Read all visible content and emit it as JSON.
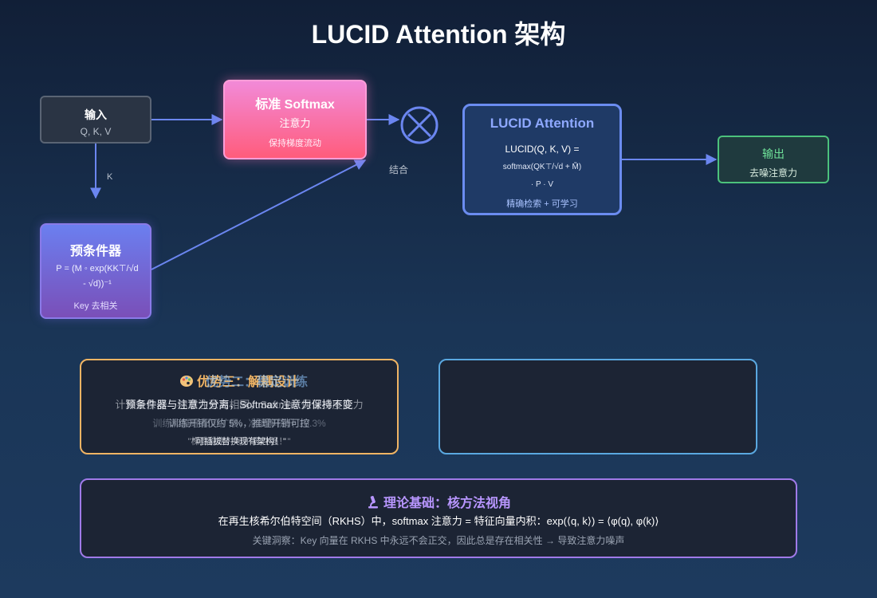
{
  "title": "LUCID Attention 架构",
  "nodes": {
    "input": {
      "title": "输入",
      "sub": "Q, K, V"
    },
    "softmax": {
      "title": "标准 Softmax",
      "sub": "注意力",
      "desc": "保持梯度流动"
    },
    "precond": {
      "title": "预条件器",
      "formula_1": "P = (M ◦ exp(KK⊤/√d",
      "formula_2": "- √d))⁻¹",
      "desc": "Key 去相关"
    },
    "lucid": {
      "title": "LUCID Attention",
      "formula_1": "LUCID(Q, K, V) =",
      "formula_2": "softmax(QK⊤/√d + M̃)",
      "formula_3": "· P · V",
      "desc": "精确检索 + 可学习"
    },
    "output": {
      "title": "输出",
      "sub": "去噪注意力"
    }
  },
  "labels": {
    "combine": "结合",
    "k_edge": "K"
  },
  "advantage_card": {
    "layer_a": {
      "title": "优势三：解耦设计",
      "line1": "预条件器与注意力分离，Softmax 注意力保持不变",
      "line2": "训练开销仅约 5%，推理开销可控",
      "line3": "\"可插拔替换现有架构！\""
    },
    "layer_b": {
      "title": "优势二：稳定训练",
      "line1": "计算复杂度与标准注意力相同，Softmax 保证梯度能力",
      "line2": "训练和推理都可扩展，准确率提升 18.3%",
      "line3": "\"梯度稳定，可扩展性强！\""
    }
  },
  "theory_card": {
    "title": "理论基础：核方法视角",
    "line1": "在再生核希尔伯特空间（RKHS）中，softmax 注意力 = 特征向量内积：exp(⟨q, k⟩) = ⟨φ(q), φ(k)⟩",
    "line2": "关键洞察：Key 向量在 RKHS 中永远不会正交，因此总是存在相关性 → 导致注意力噪声"
  },
  "icons": {
    "advantage": "paint-palette-icon",
    "theory": "microscope-icon",
    "combine": "multiply-circle-icon"
  },
  "colors": {
    "arrow": "#6b86f0",
    "softmax_top": "#f28ad8",
    "softmax_bottom": "#ff5c7c",
    "lucid_border": "#6b8cf0",
    "output_border": "#4cc27c",
    "advantage_border": "#f0b464",
    "empty_border": "#5aa8e0",
    "theory_border": "#a07ae8"
  }
}
